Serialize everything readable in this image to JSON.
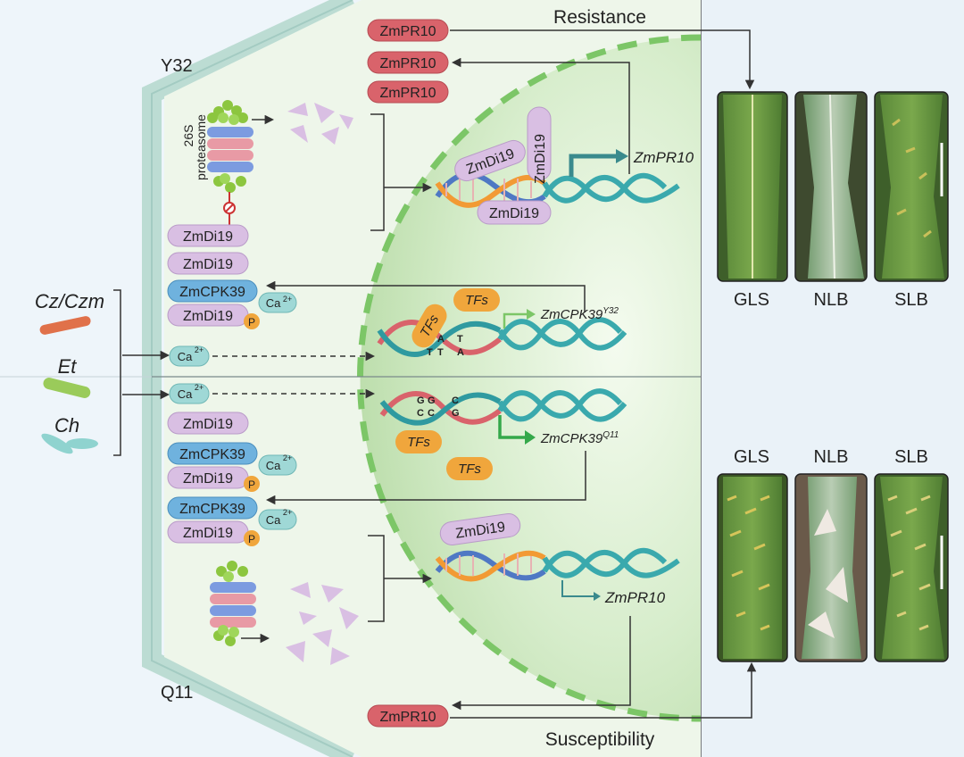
{
  "cultivars": {
    "top": "Y32",
    "bottom": "Q11"
  },
  "outcomes": {
    "top": "Resistance",
    "bottom": "Susceptibility"
  },
  "pathogens": [
    {
      "name": "Cz/Czm",
      "color": "#e0714a"
    },
    {
      "name": "Et",
      "color": "#9acb5a"
    },
    {
      "name": "Ch",
      "color": "#8fd3cf"
    }
  ],
  "proteins": {
    "pr10": "ZmPR10",
    "di19": "ZmDi19",
    "cpk39": "ZmCPK39",
    "calcium": "Ca",
    "calcium_sup": "2+",
    "phospho": "P",
    "tfs": "TFs"
  },
  "proteasome_label": [
    "26S",
    "proteasome"
  ],
  "genes": {
    "pr10": "ZmPR10",
    "cpk39": "ZmCPK39",
    "cpk39_allele_top": "Y32",
    "cpk39_allele_bottom": "Q11"
  },
  "snp_top": [
    [
      "A",
      "T"
    ],
    [
      "A",
      "T"
    ],
    [
      "T",
      "A"
    ]
  ],
  "snp_bottom": [
    [
      "G",
      "C"
    ],
    [
      "G",
      "C"
    ],
    [
      "C",
      "G"
    ]
  ],
  "diseases": [
    "GLS",
    "NLB",
    "SLB"
  ],
  "colors": {
    "pr10": "#d9636b",
    "di19": "#d9bfe3",
    "cpk39": "#6fb2de",
    "calcium": "#9fd8d6",
    "tfs": "#f0a63c",
    "dna_teal": "#3aa9ad",
    "dna_orange": "#f29a34",
    "dna_blue": "#4f78c4",
    "nucleus": "#cfe8c4",
    "cell": "#edf6ea"
  }
}
